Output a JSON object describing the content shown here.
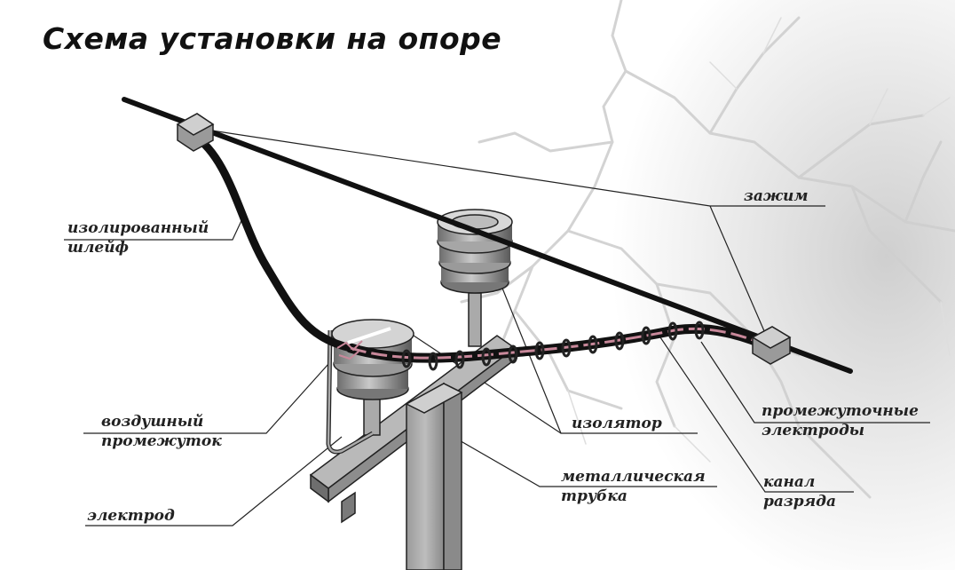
{
  "title": "Схема установки на опоре",
  "labels": {
    "clamp": "зажим",
    "insulated_loop": [
      "изолированный",
      "шлейф"
    ],
    "air_gap": [
      "воздушный",
      "промежуток"
    ],
    "electrode": "электрод",
    "insulator": "изолятор",
    "metal_tube": [
      "металлическая",
      "трубка"
    ],
    "intermediate_electrodes": [
      "промежуточные",
      "электроды"
    ],
    "discharge_channel": [
      "канал",
      "разряда"
    ]
  },
  "colors": {
    "wire": "#111111",
    "discharge": "#c8889a",
    "metal": "#8a8a8a",
    "insulator": "#9a9a9a",
    "lightning": "#d0d0d0"
  }
}
